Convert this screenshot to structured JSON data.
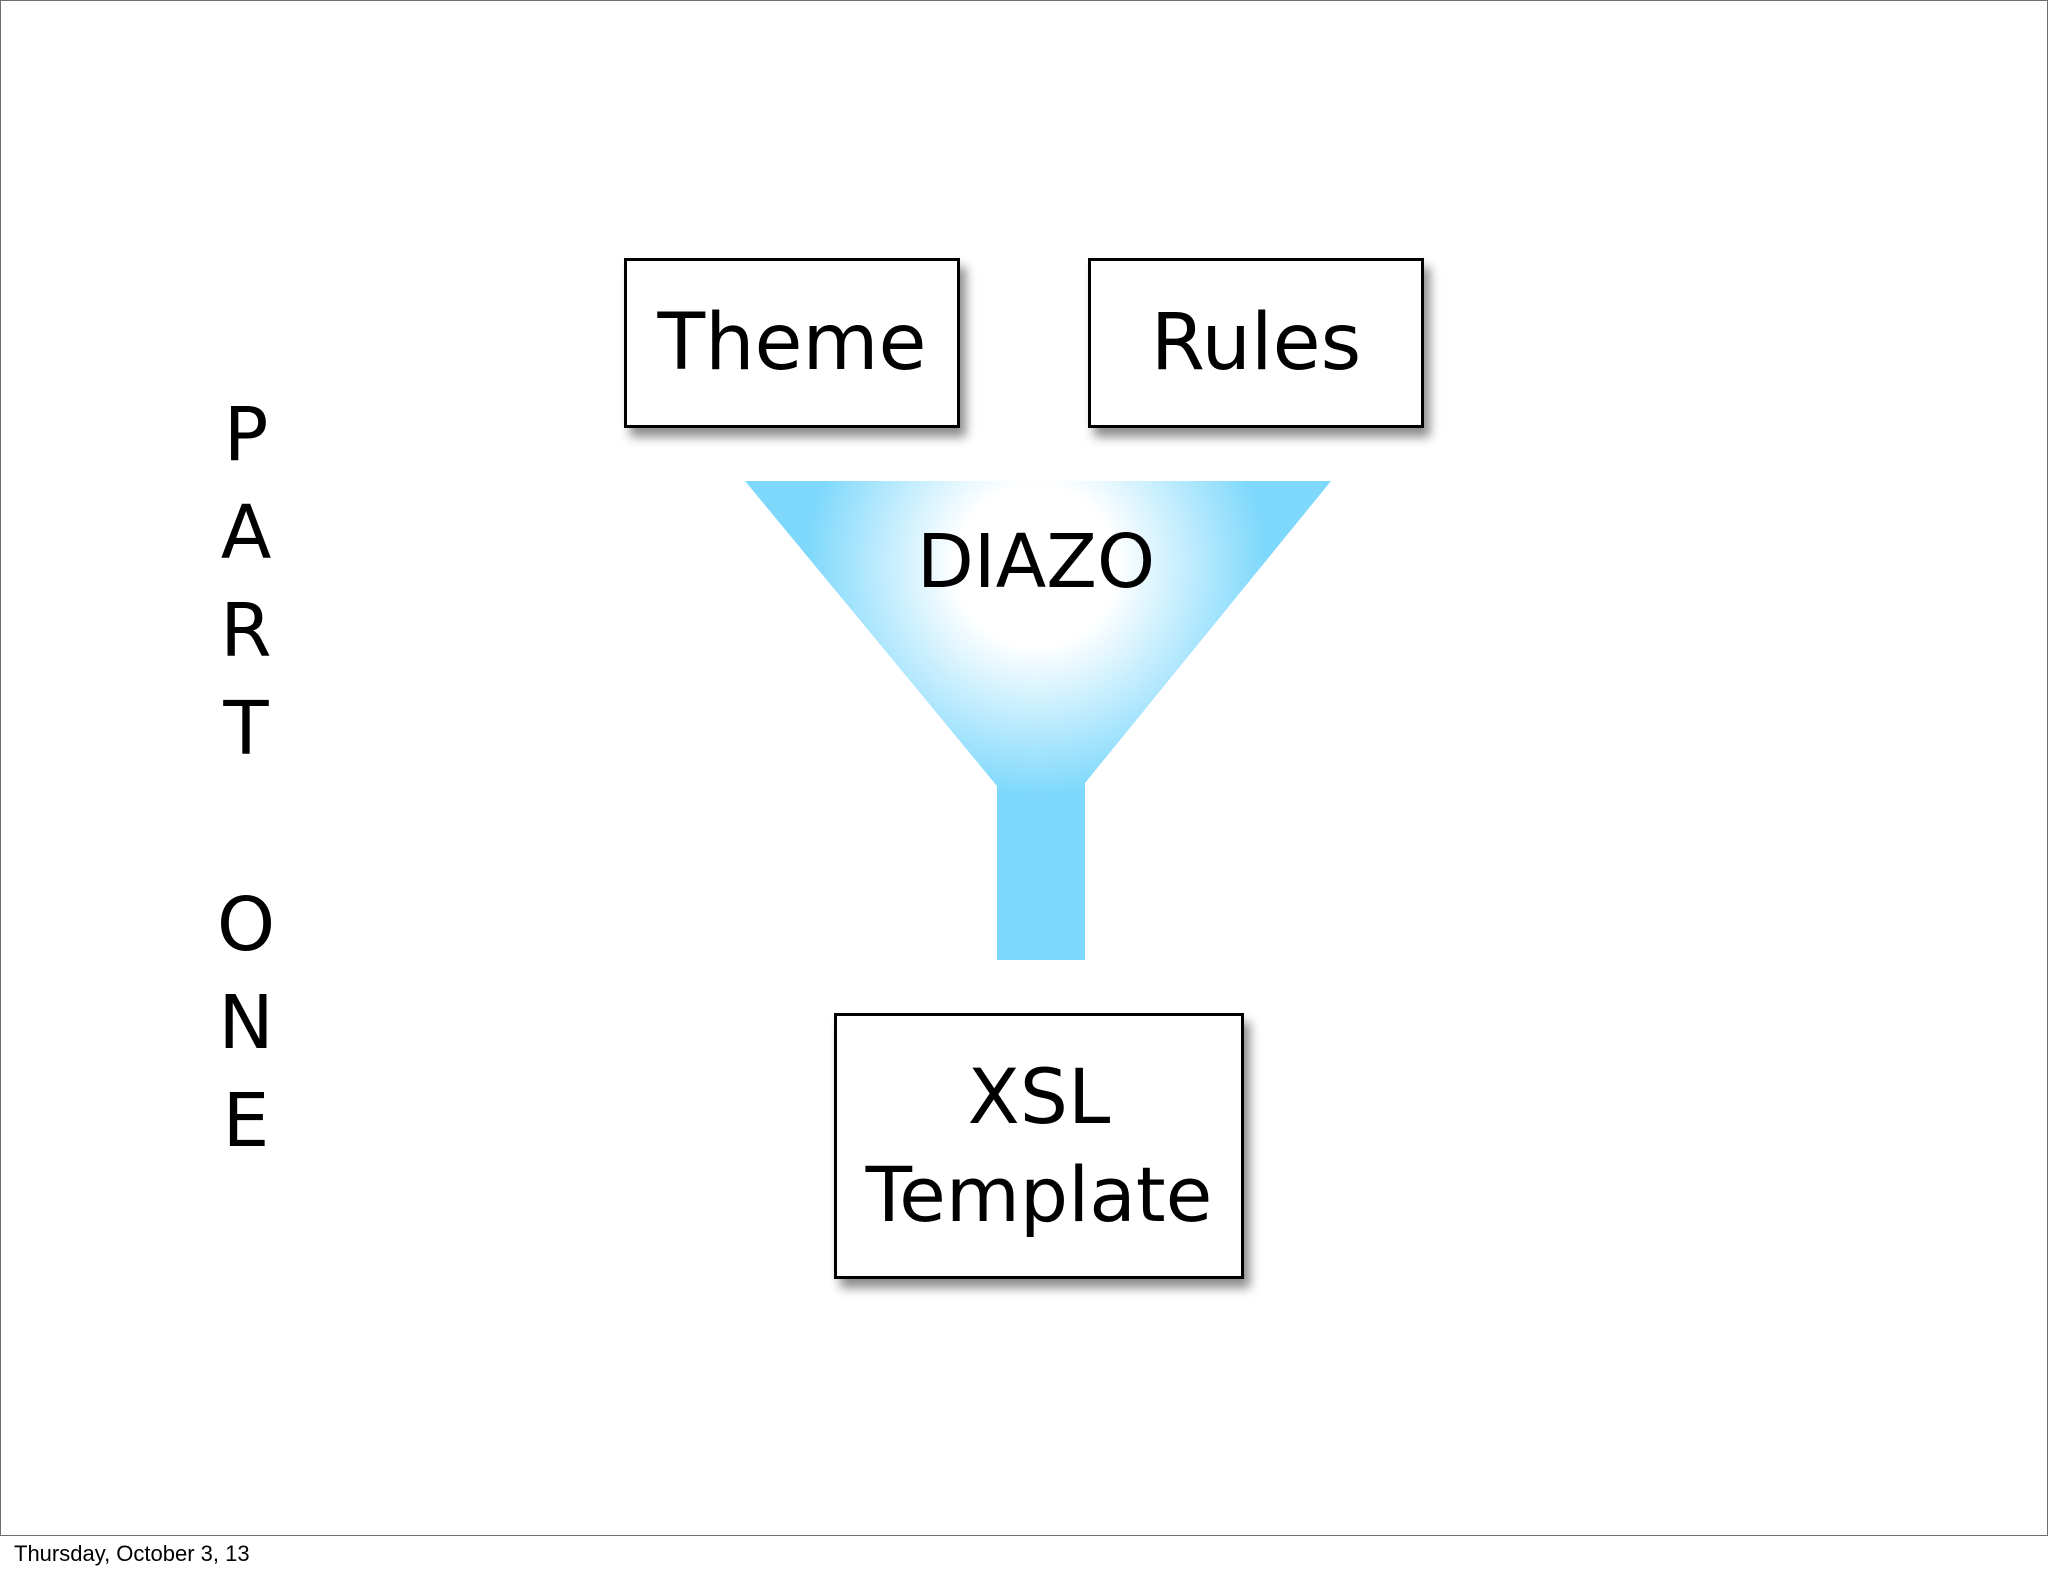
{
  "side_title": {
    "letters": [
      "P",
      "A",
      "R",
      "T",
      "",
      "O",
      "N",
      "E"
    ]
  },
  "inputs": {
    "theme_label": "Theme",
    "rules_label": "Rules"
  },
  "funnel": {
    "label": "DIAZO",
    "color": "#7dd8fc",
    "glow_color": "#ffffff"
  },
  "output": {
    "line1": "XSL",
    "line2": "Template"
  },
  "footer": {
    "date": "Thursday, October 3, 13"
  }
}
